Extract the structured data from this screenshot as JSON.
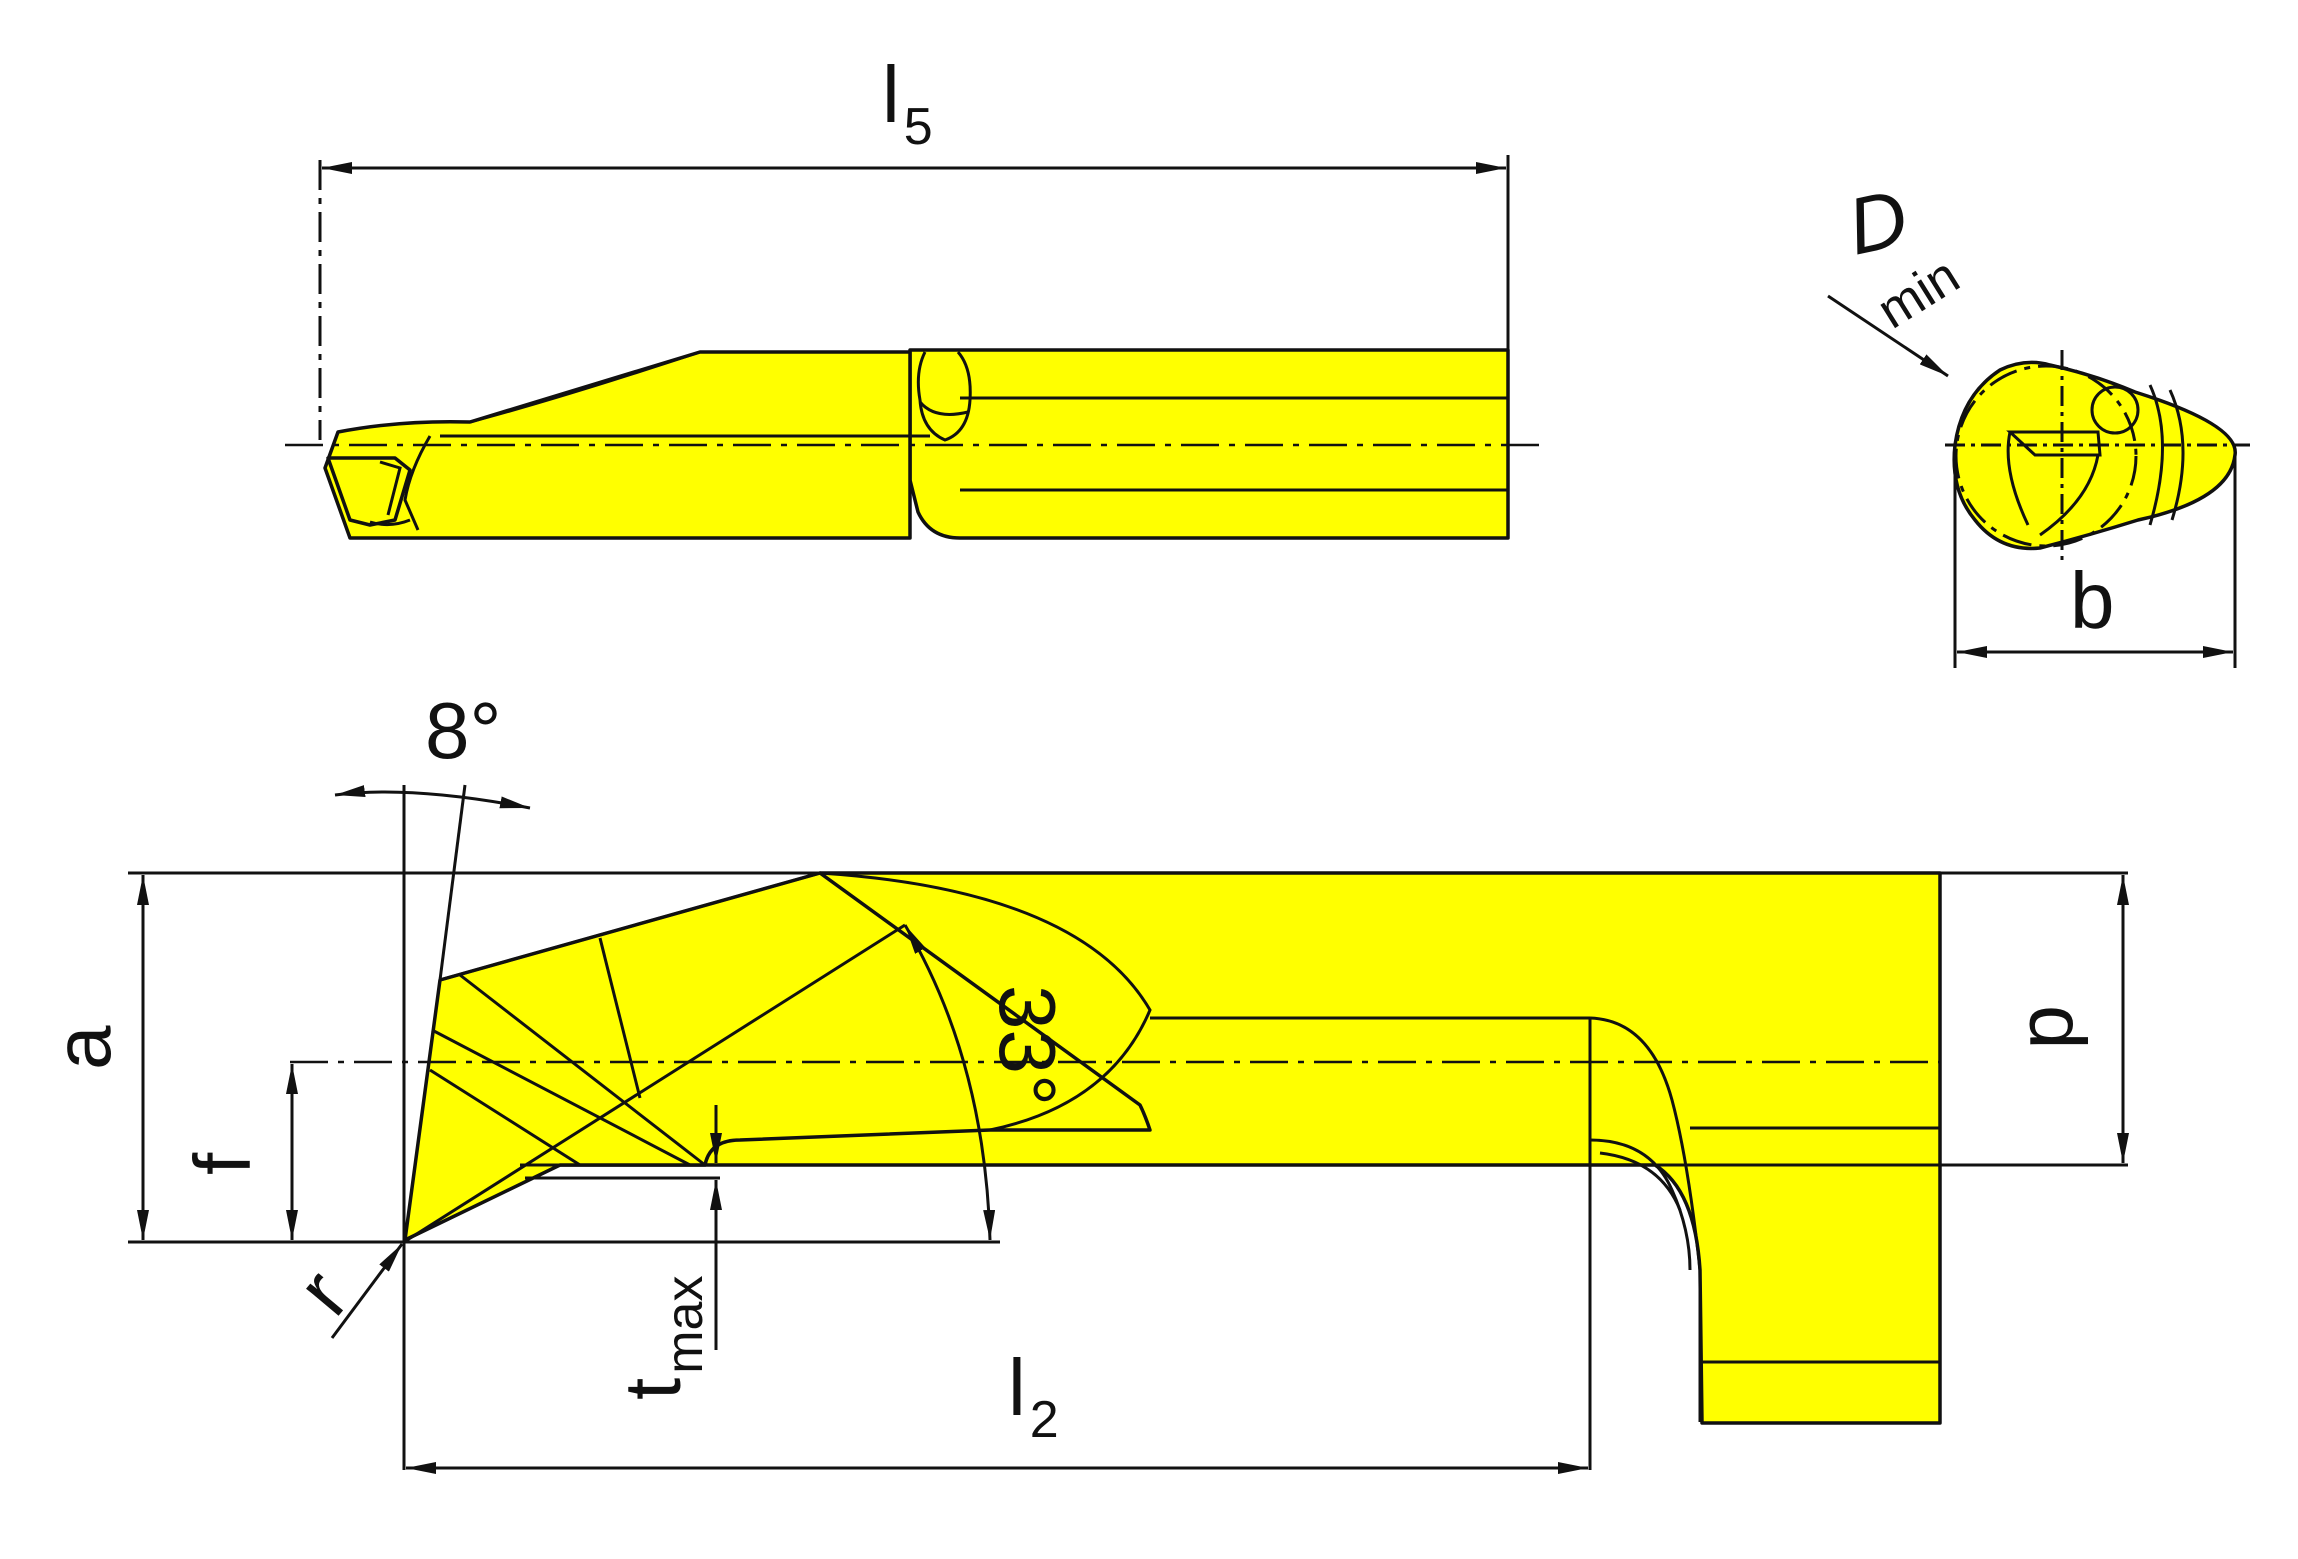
{
  "colors": {
    "body": "#ffff00",
    "line": "#111111",
    "background": "#ffffff"
  },
  "labels": {
    "l5": {
      "main": "l",
      "sub": "5"
    },
    "dmin": {
      "main": "D",
      "sub": "min"
    },
    "b": "b",
    "angle_8": "8°",
    "angle_33": "33°",
    "a": "a",
    "d": "d",
    "f": "f",
    "r": "r",
    "tmax": {
      "main": "t",
      "sub": "max"
    },
    "l2": {
      "main": "l",
      "sub": "2"
    }
  }
}
